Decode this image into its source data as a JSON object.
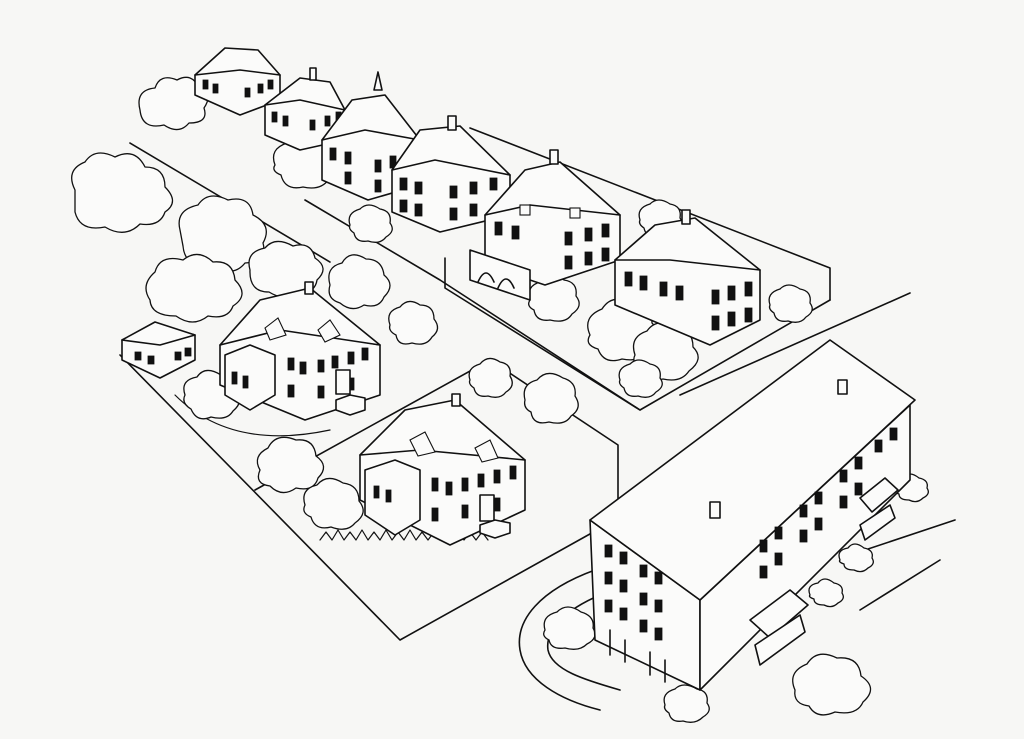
{
  "image": {
    "style": "black ink line drawing on white paper",
    "colors": {
      "paper": "#f7f7f5",
      "ink": "#111111"
    }
  },
  "scene": {
    "streets": [
      "diagonal-street-upper",
      "diagonal-street-lower",
      "curved-street-corner"
    ],
    "houses": [
      {
        "name": "row-house-1"
      },
      {
        "name": "row-house-2"
      },
      {
        "name": "row-house-3"
      },
      {
        "name": "row-house-4"
      },
      {
        "name": "row-house-5"
      },
      {
        "name": "row-house-6"
      },
      {
        "name": "villa-left"
      },
      {
        "name": "garage-left"
      },
      {
        "name": "villa-center"
      },
      {
        "name": "apartment-block"
      }
    ]
  }
}
